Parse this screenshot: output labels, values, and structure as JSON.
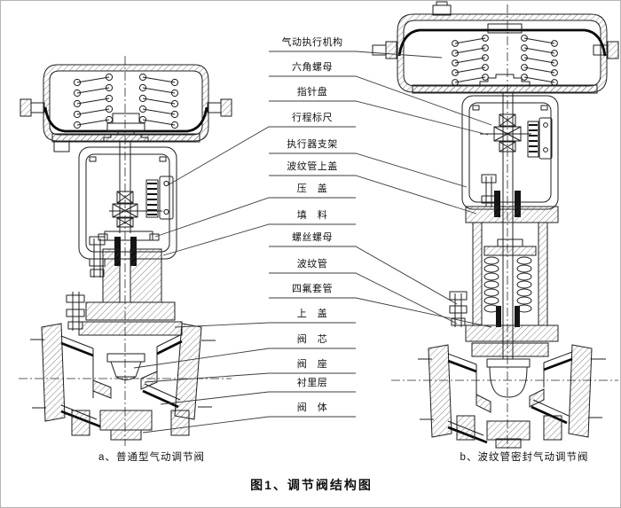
{
  "figure": {
    "title": "图1、调节阀结构图",
    "caption_a": "a、普通型气动调节阀",
    "caption_b": "b、波纹管密封气动调节阀",
    "labels": [
      {
        "text": "气动执行机构"
      },
      {
        "text": "六角螺母"
      },
      {
        "text": "指针盘"
      },
      {
        "text": "行程标尺"
      },
      {
        "text": "执行器支架"
      },
      {
        "text": "波纹管上盖"
      },
      {
        "text": "压　盖"
      },
      {
        "text": "填　料"
      },
      {
        "text": "螺丝螺母"
      },
      {
        "text": "波纹管"
      },
      {
        "text": "四氟套管"
      },
      {
        "text": "上　盖"
      },
      {
        "text": "阀　芯"
      },
      {
        "text": "阀　座"
      },
      {
        "text": "衬里层"
      },
      {
        "text": "阀　体"
      }
    ]
  },
  "colors": {
    "line": "#1e1e1e",
    "background": "#ffffff"
  }
}
